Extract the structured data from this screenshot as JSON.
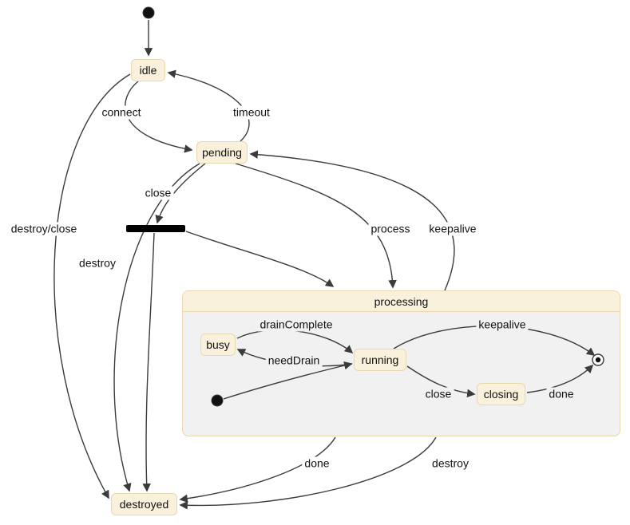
{
  "diagram": {
    "type": "state-diagram",
    "states": {
      "idle": {
        "label": "idle"
      },
      "pending": {
        "label": "pending"
      },
      "processing": {
        "label": "processing"
      },
      "busy": {
        "label": "busy"
      },
      "running": {
        "label": "running"
      },
      "closing": {
        "label": "closing"
      },
      "destroyed": {
        "label": "destroyed"
      }
    },
    "edges": {
      "connect": "connect",
      "timeout": "timeout",
      "close": "close",
      "destroy_close": "destroy/close",
      "destroy_pending": "destroy",
      "process": "process",
      "keepalive_outer": "keepalive",
      "drain_complete": "drainComplete",
      "need_drain": "needDrain",
      "keepalive_inner": "keepalive",
      "close_inner": "close",
      "done_inner": "done",
      "done_outer": "done",
      "destroy_processing": "destroy"
    }
  },
  "colors": {
    "state_fill": "#faf1dc",
    "state_border": "#e7d8b0",
    "composite_body": "#f1f1f1",
    "edge": "#3b3b3b"
  }
}
